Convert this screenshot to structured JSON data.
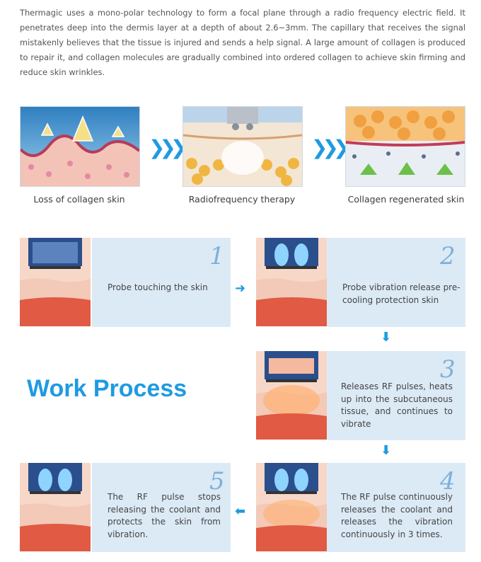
{
  "intro_text": "Thermagic uses a mono-polar technology to form a focal plane through a radio frequency electric field. It penetrates deep into the dermis layer at a depth of about 2.6~3mm. The capillary that receives the signal mistakenly believes that the tissue is injured and sends a help signal. A large amount of collagen is produced to repair it, and collagen molecules are gradually combined into ordered collagen to achieve skin firming and reduce skin wrinkles.",
  "stages": [
    {
      "caption": "Loss of collagen skin"
    },
    {
      "caption": "Radiofrequency therapy"
    },
    {
      "caption": "Collagen regenerated skin"
    }
  ],
  "chevron_symbol": "❯❯❯",
  "work_title": "Work Process",
  "steps": [
    {
      "num": "1",
      "text": "Probe touching the skin"
    },
    {
      "num": "2",
      "text": "Probe vibration release pre-cooling protection skin"
    },
    {
      "num": "3",
      "text": "Releases RF pulses, heats up into the subcutaneous tissue, and continues to vibrate"
    },
    {
      "num": "4",
      "text": "The RF pulse continuously releases the coolant and releases the vibration continuously in 3 times."
    },
    {
      "num": "5",
      "text": "The RF pulse stops releasing the coolant and protects the skin from vibration."
    }
  ],
  "colors": {
    "accent": "#1e9be0",
    "step_bg": "#dceaf6",
    "step_num": "#7fb0d9"
  }
}
